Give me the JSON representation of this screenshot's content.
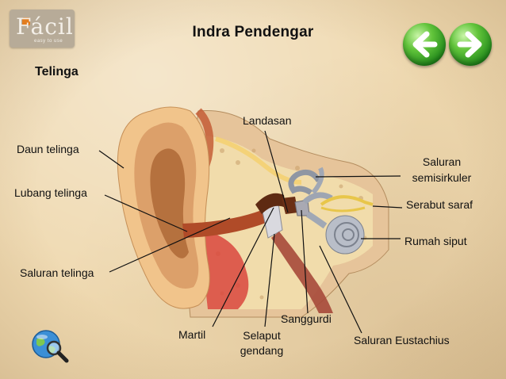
{
  "logo": {
    "brand": "Fácil",
    "tagline": "easy to use"
  },
  "header": {
    "title": "Indra Pendengar"
  },
  "page": {
    "subtitle": "Telinga"
  },
  "nav": {
    "prev_icon": "arrow-left-icon",
    "next_icon": "arrow-right-icon",
    "button_color": "#2e9e24"
  },
  "labels": {
    "landasan": "Landasan",
    "daun_telinga": "Daun telinga",
    "lubang_telinga": "Lubang telinga",
    "saluran_semisirkuler_line1": "Saluran",
    "saluran_semisirkuler_line2": "semisirkuler",
    "serabut_saraf": "Serabut saraf",
    "rumah_siput": "Rumah siput",
    "saluran_telinga": "Saluran telinga",
    "sanggurdi": "Sanggurdi",
    "martil": "Martil",
    "selaput_gendang_line1": "Selaput",
    "selaput_gendang_line2": "gendang",
    "saluran_eustachius": "Saluran Eustachius"
  },
  "tools": {
    "search_icon": "globe-magnifier-icon"
  }
}
